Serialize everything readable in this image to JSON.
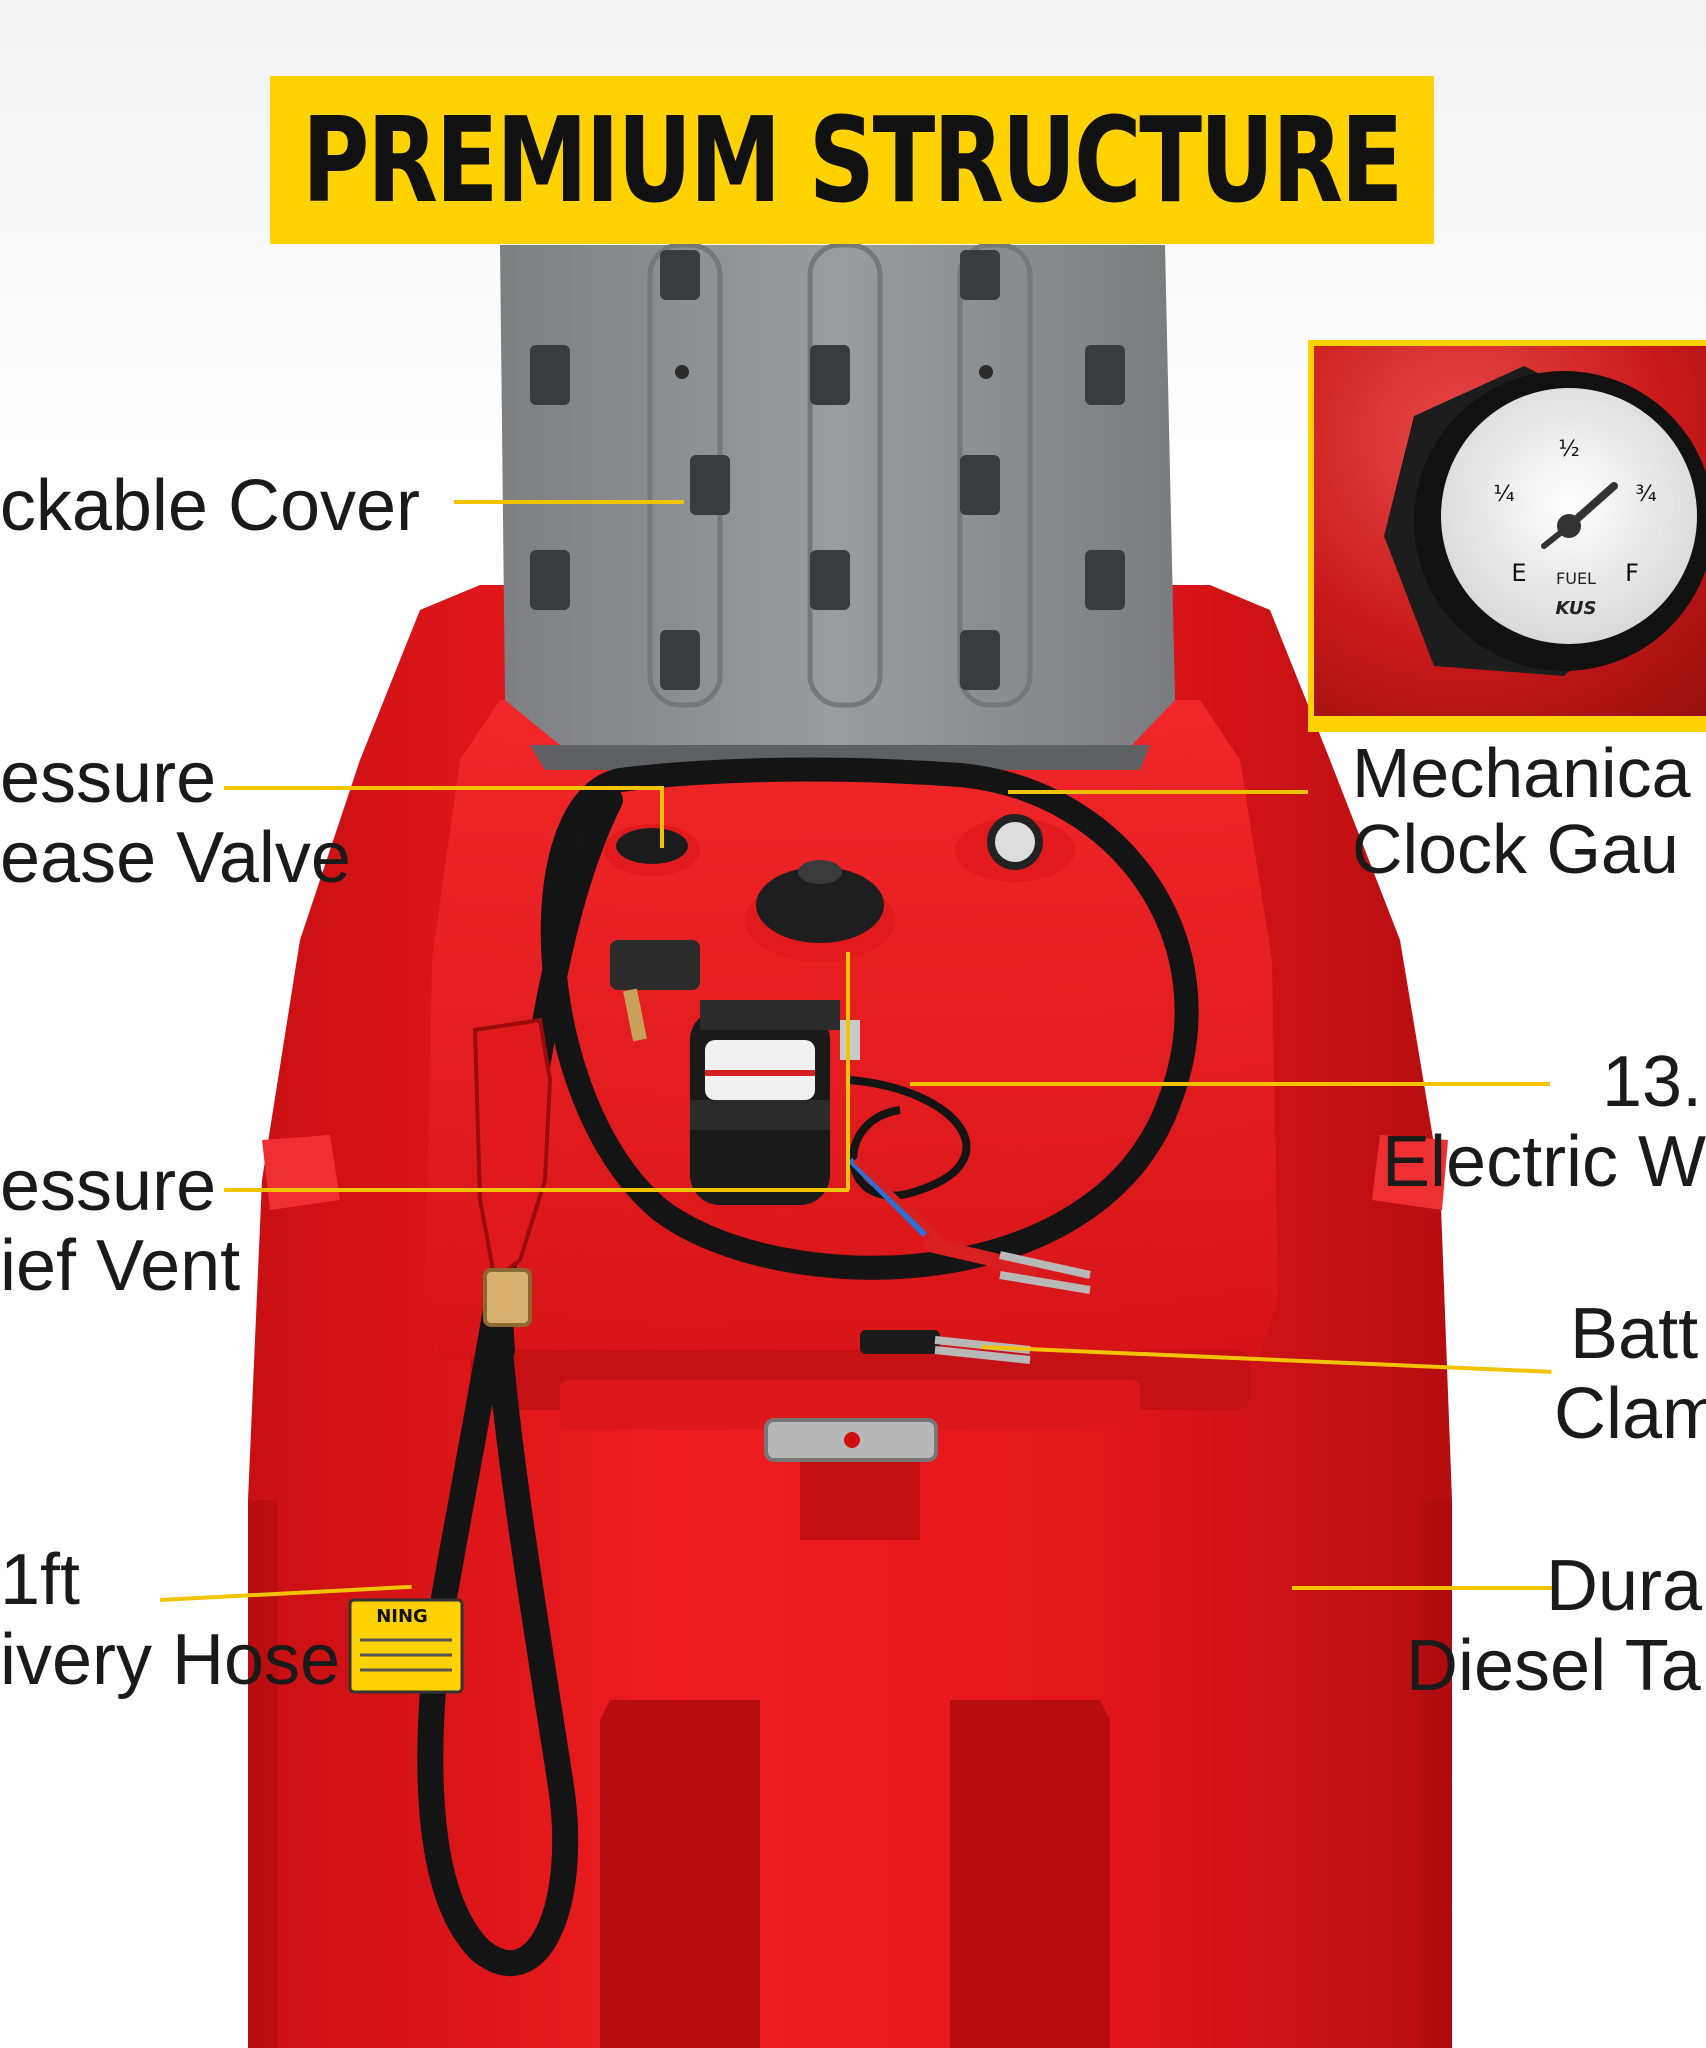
{
  "banner": {
    "title": "PREMIUM STRUCTURE",
    "background_color": "#ffd200",
    "text_color": "#111111"
  },
  "tank": {
    "body_color": "#e8161a",
    "cover_color": "#8d8f93"
  },
  "gauge_face": {
    "mark_quarter": "¼",
    "mark_half": "½",
    "mark_three_quarter": "¾",
    "mark_empty": "E",
    "mark_full": "F",
    "center_label": "FUEL",
    "brand": "KUS"
  },
  "warning_label": "NING",
  "callouts": {
    "lockable_cover": {
      "lines": [
        "ckable Cover"
      ]
    },
    "pressure_release_valve": {
      "lines": [
        "essure",
        "ease Valve"
      ]
    },
    "pressure_relief_vent": {
      "lines": [
        "essure",
        "ief Vent"
      ]
    },
    "delivery_hose": {
      "lines": [
        "1ft",
        "ivery Hose"
      ]
    },
    "mechanical_clock_gauge": {
      "lines": [
        "Mechanica",
        "Clock Gau"
      ]
    },
    "electric_wire": {
      "lines": [
        "13.",
        "Electric W"
      ]
    },
    "battery_clamp": {
      "lines": [
        "Batt",
        "Clam"
      ]
    },
    "durable_diesel_tank": {
      "lines": [
        "Dura",
        "Diesel Ta"
      ]
    }
  },
  "leader_color": "#f2c400"
}
